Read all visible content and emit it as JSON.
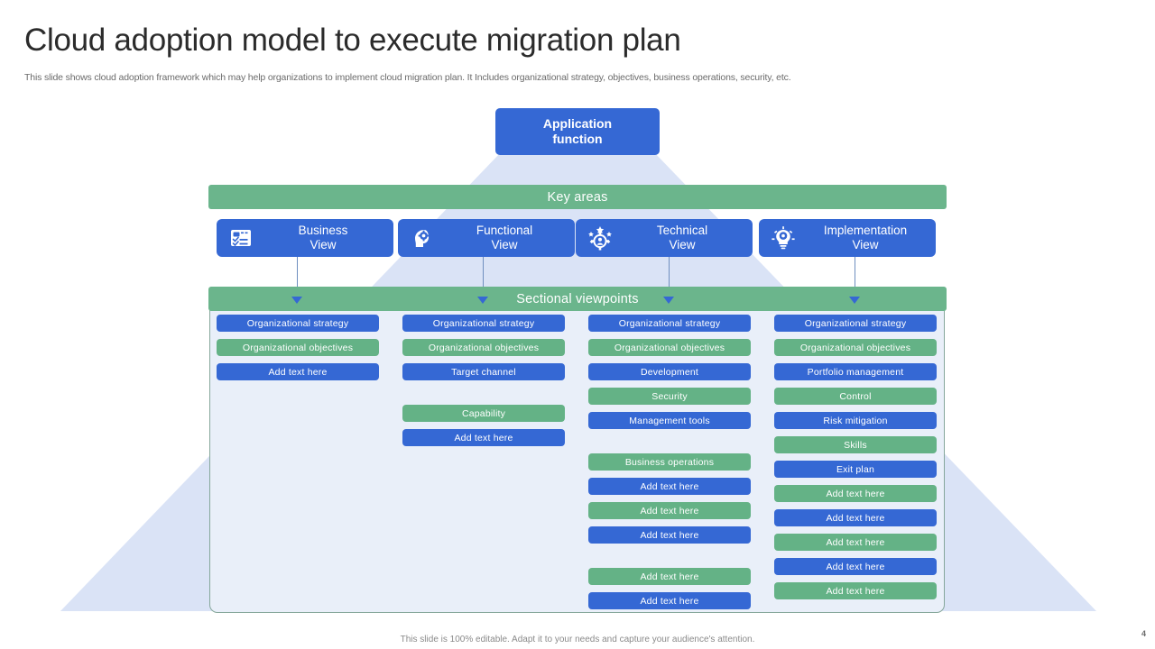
{
  "header": {
    "title": "Cloud adoption model to execute migration plan",
    "subtitle": "This slide shows cloud adoption framework which may help organizations to implement cloud migration plan. It Includes organizational strategy, objectives, business operations, security, etc."
  },
  "top_box": {
    "label": "Application function",
    "line1": "Application",
    "line2": "function",
    "color": "#3568d4"
  },
  "banners": {
    "key_areas": "Key areas",
    "sectional_viewpoints": "Sectional viewpoints",
    "color": "#6bb58c"
  },
  "views": [
    {
      "label_line1": "Business",
      "label_line2": "View",
      "icon": "checklist-icon"
    },
    {
      "label_line1": "Functional",
      "label_line2": "View",
      "icon": "head-gear-icon"
    },
    {
      "label_line1": "Technical",
      "label_line2": "View",
      "icon": "person-gear-stars-icon"
    },
    {
      "label_line1": "Implementation",
      "label_line2": "View",
      "icon": "lightbulb-gear-icon"
    }
  ],
  "columns": [
    {
      "name": "business-view-column",
      "items": [
        {
          "label": "Organizational  strategy",
          "color": "blue",
          "gap": false
        },
        {
          "label": "Organizational  objectives",
          "color": "green",
          "gap": false
        },
        {
          "label": "Add text here",
          "color": "blue",
          "gap": false
        }
      ]
    },
    {
      "name": "functional-view-column",
      "items": [
        {
          "label": "Organizational  strategy",
          "color": "blue",
          "gap": false
        },
        {
          "label": "Organizational  objectives",
          "color": "green",
          "gap": false
        },
        {
          "label": "Target  channel",
          "color": "blue",
          "gap": true
        },
        {
          "label": "Capability",
          "color": "green",
          "gap": false
        },
        {
          "label": "Add text here",
          "color": "blue",
          "gap": false
        }
      ]
    },
    {
      "name": "technical-view-column",
      "items": [
        {
          "label": "Organizational  strategy",
          "color": "blue",
          "gap": false
        },
        {
          "label": "Organizational  objectives",
          "color": "green",
          "gap": false
        },
        {
          "label": "Development",
          "color": "blue",
          "gap": false
        },
        {
          "label": "Security",
          "color": "green",
          "gap": false
        },
        {
          "label": "Management  tools",
          "color": "blue",
          "gap": true
        },
        {
          "label": "Business operations",
          "color": "green",
          "gap": false
        },
        {
          "label": "Add text here",
          "color": "blue",
          "gap": false
        },
        {
          "label": "Add text here",
          "color": "green",
          "gap": false
        },
        {
          "label": "Add text here",
          "color": "blue",
          "gap": true
        },
        {
          "label": "Add text here",
          "color": "green",
          "gap": false
        },
        {
          "label": "Add text here",
          "color": "blue",
          "gap": false
        }
      ]
    },
    {
      "name": "implementation-view-column",
      "items": [
        {
          "label": "Organizational  strategy",
          "color": "blue",
          "gap": false
        },
        {
          "label": "Organizational  objectives",
          "color": "green",
          "gap": false
        },
        {
          "label": "Portfolio  management",
          "color": "blue",
          "gap": false
        },
        {
          "label": "Control",
          "color": "green",
          "gap": false
        },
        {
          "label": "Risk mitigation",
          "color": "blue",
          "gap": false
        },
        {
          "label": "Skills",
          "color": "green",
          "gap": false
        },
        {
          "label": "Exit plan",
          "color": "blue",
          "gap": false
        },
        {
          "label": "Add text here",
          "color": "green",
          "gap": false
        },
        {
          "label": "Add text here",
          "color": "blue",
          "gap": false
        },
        {
          "label": "Add text here",
          "color": "green",
          "gap": false
        },
        {
          "label": "Add text here",
          "color": "blue",
          "gap": false
        },
        {
          "label": "Add text here",
          "color": "green",
          "gap": false
        }
      ]
    }
  ],
  "footer": {
    "note": "This slide is 100% editable. Adapt it to your needs and capture your audience's attention.",
    "page_number": "4"
  },
  "palette": {
    "blue": "#3568d4",
    "green": "#64b286",
    "banner_green": "#6bb58c",
    "panel_bg": "#e9eff9",
    "funnel": "#d6e0f5"
  }
}
